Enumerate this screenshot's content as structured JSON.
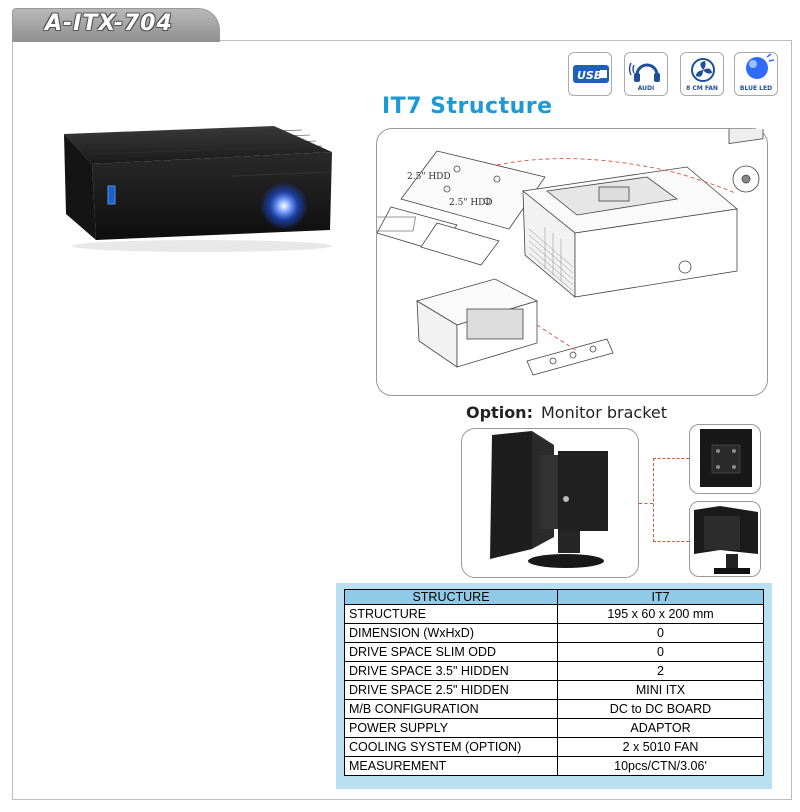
{
  "model_tab": "A-ITX-704",
  "badges": [
    {
      "icon": "usb-icon",
      "label": "USB"
    },
    {
      "icon": "audio-headphones-icon",
      "label": "AUDI"
    },
    {
      "icon": "fan-icon",
      "label": "8 CM FAN"
    },
    {
      "icon": "blue-led-icon",
      "label": "BLUE LED"
    }
  ],
  "structure_title": "IT7 Structure",
  "diagram_labels": {
    "hdd_a": "2.5\" HDD",
    "hdd_b": "2.5\" HDD"
  },
  "option": {
    "prefix": "Option:",
    "text": "Monitor bracket"
  },
  "spec_table": {
    "headers": [
      "STRUCTURE",
      "IT7"
    ],
    "rows": [
      [
        "STRUCTURE",
        "195 x 60 x 200 mm"
      ],
      [
        "DIMENSION (WxHxD)",
        "0"
      ],
      [
        "DRIVE SPACE SLIM ODD",
        "0"
      ],
      [
        "DRIVE SPACE 3.5\" HIDDEN",
        "2"
      ],
      [
        "DRIVE SPACE 2.5\" HIDDEN",
        "MINI ITX"
      ],
      [
        "M/B CONFIGURATION",
        "DC to DC BOARD"
      ],
      [
        "POWER SUPPLY",
        "ADAPTOR"
      ],
      [
        "COOLING SYSTEM (OPTION)",
        "2 x 5010 FAN"
      ],
      [
        "MEASUREMENT",
        "10pcs/CTN/3.06'"
      ]
    ]
  },
  "colors": {
    "title_blue": "#1b9ad6",
    "table_bg": "#b9dff0",
    "table_header": "#8fcbe8",
    "led_blue": "#2f6bff",
    "connector_red": "#d9553d"
  }
}
